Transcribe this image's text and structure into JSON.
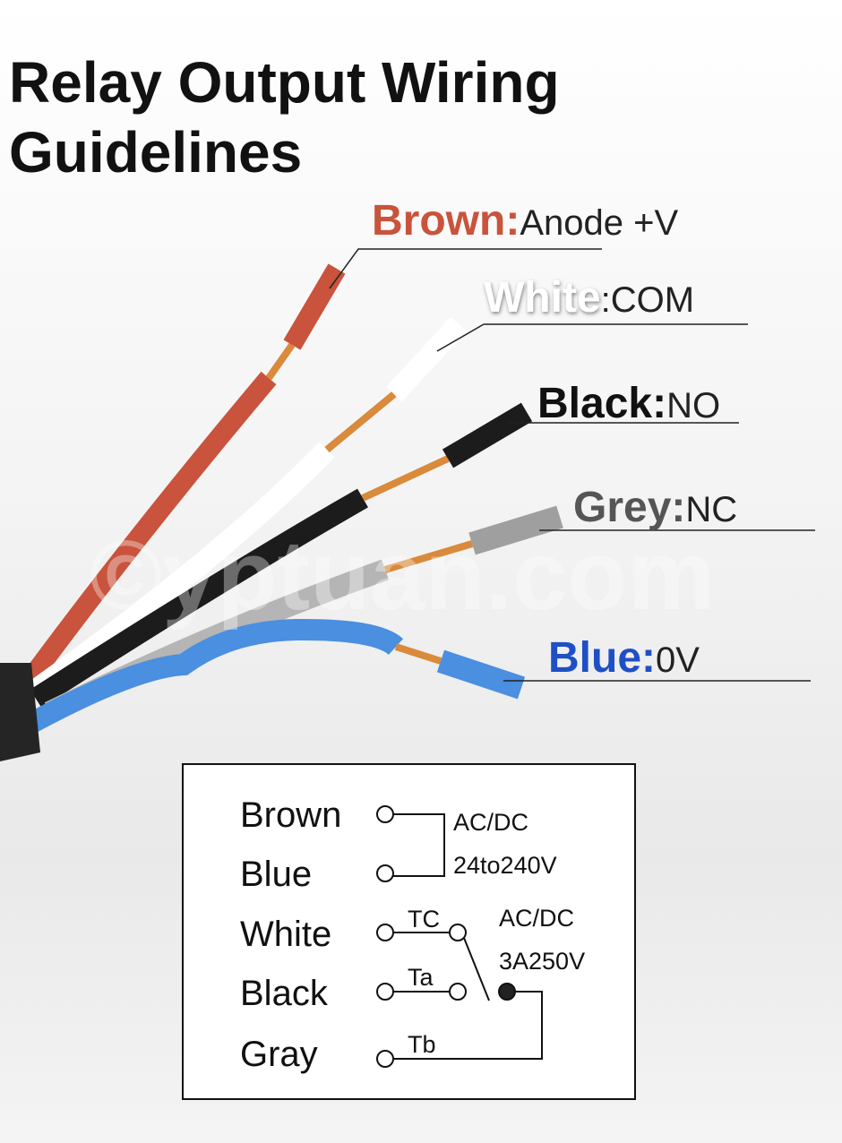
{
  "title": {
    "line1": "Relay Output Wiring",
    "line2": "Guidelines"
  },
  "watermark": "©yptuan.com",
  "wires": [
    {
      "color_name": "Brown:",
      "function": "Anode +V",
      "color": "#c9533c"
    },
    {
      "color_name": "White",
      "function": ":COM",
      "color": "#ffffff"
    },
    {
      "color_name": "Black:",
      "function": "NO",
      "color": "#111111"
    },
    {
      "color_name": "Grey:",
      "function": "NC",
      "color": "#555555"
    },
    {
      "color_name": "Blue:",
      "function": "0V",
      "color": "#1f4fc4"
    }
  ],
  "schematic": {
    "labels": [
      "Brown",
      "Blue",
      "White",
      "Black",
      "Gray"
    ],
    "power": {
      "line1": "AC/DC",
      "line2": "24to240V"
    },
    "contacts": {
      "tc": "TC",
      "ta": "Ta",
      "tb": "Tb"
    },
    "rating": {
      "line1": "AC/DC",
      "line2": "3A250V"
    }
  }
}
